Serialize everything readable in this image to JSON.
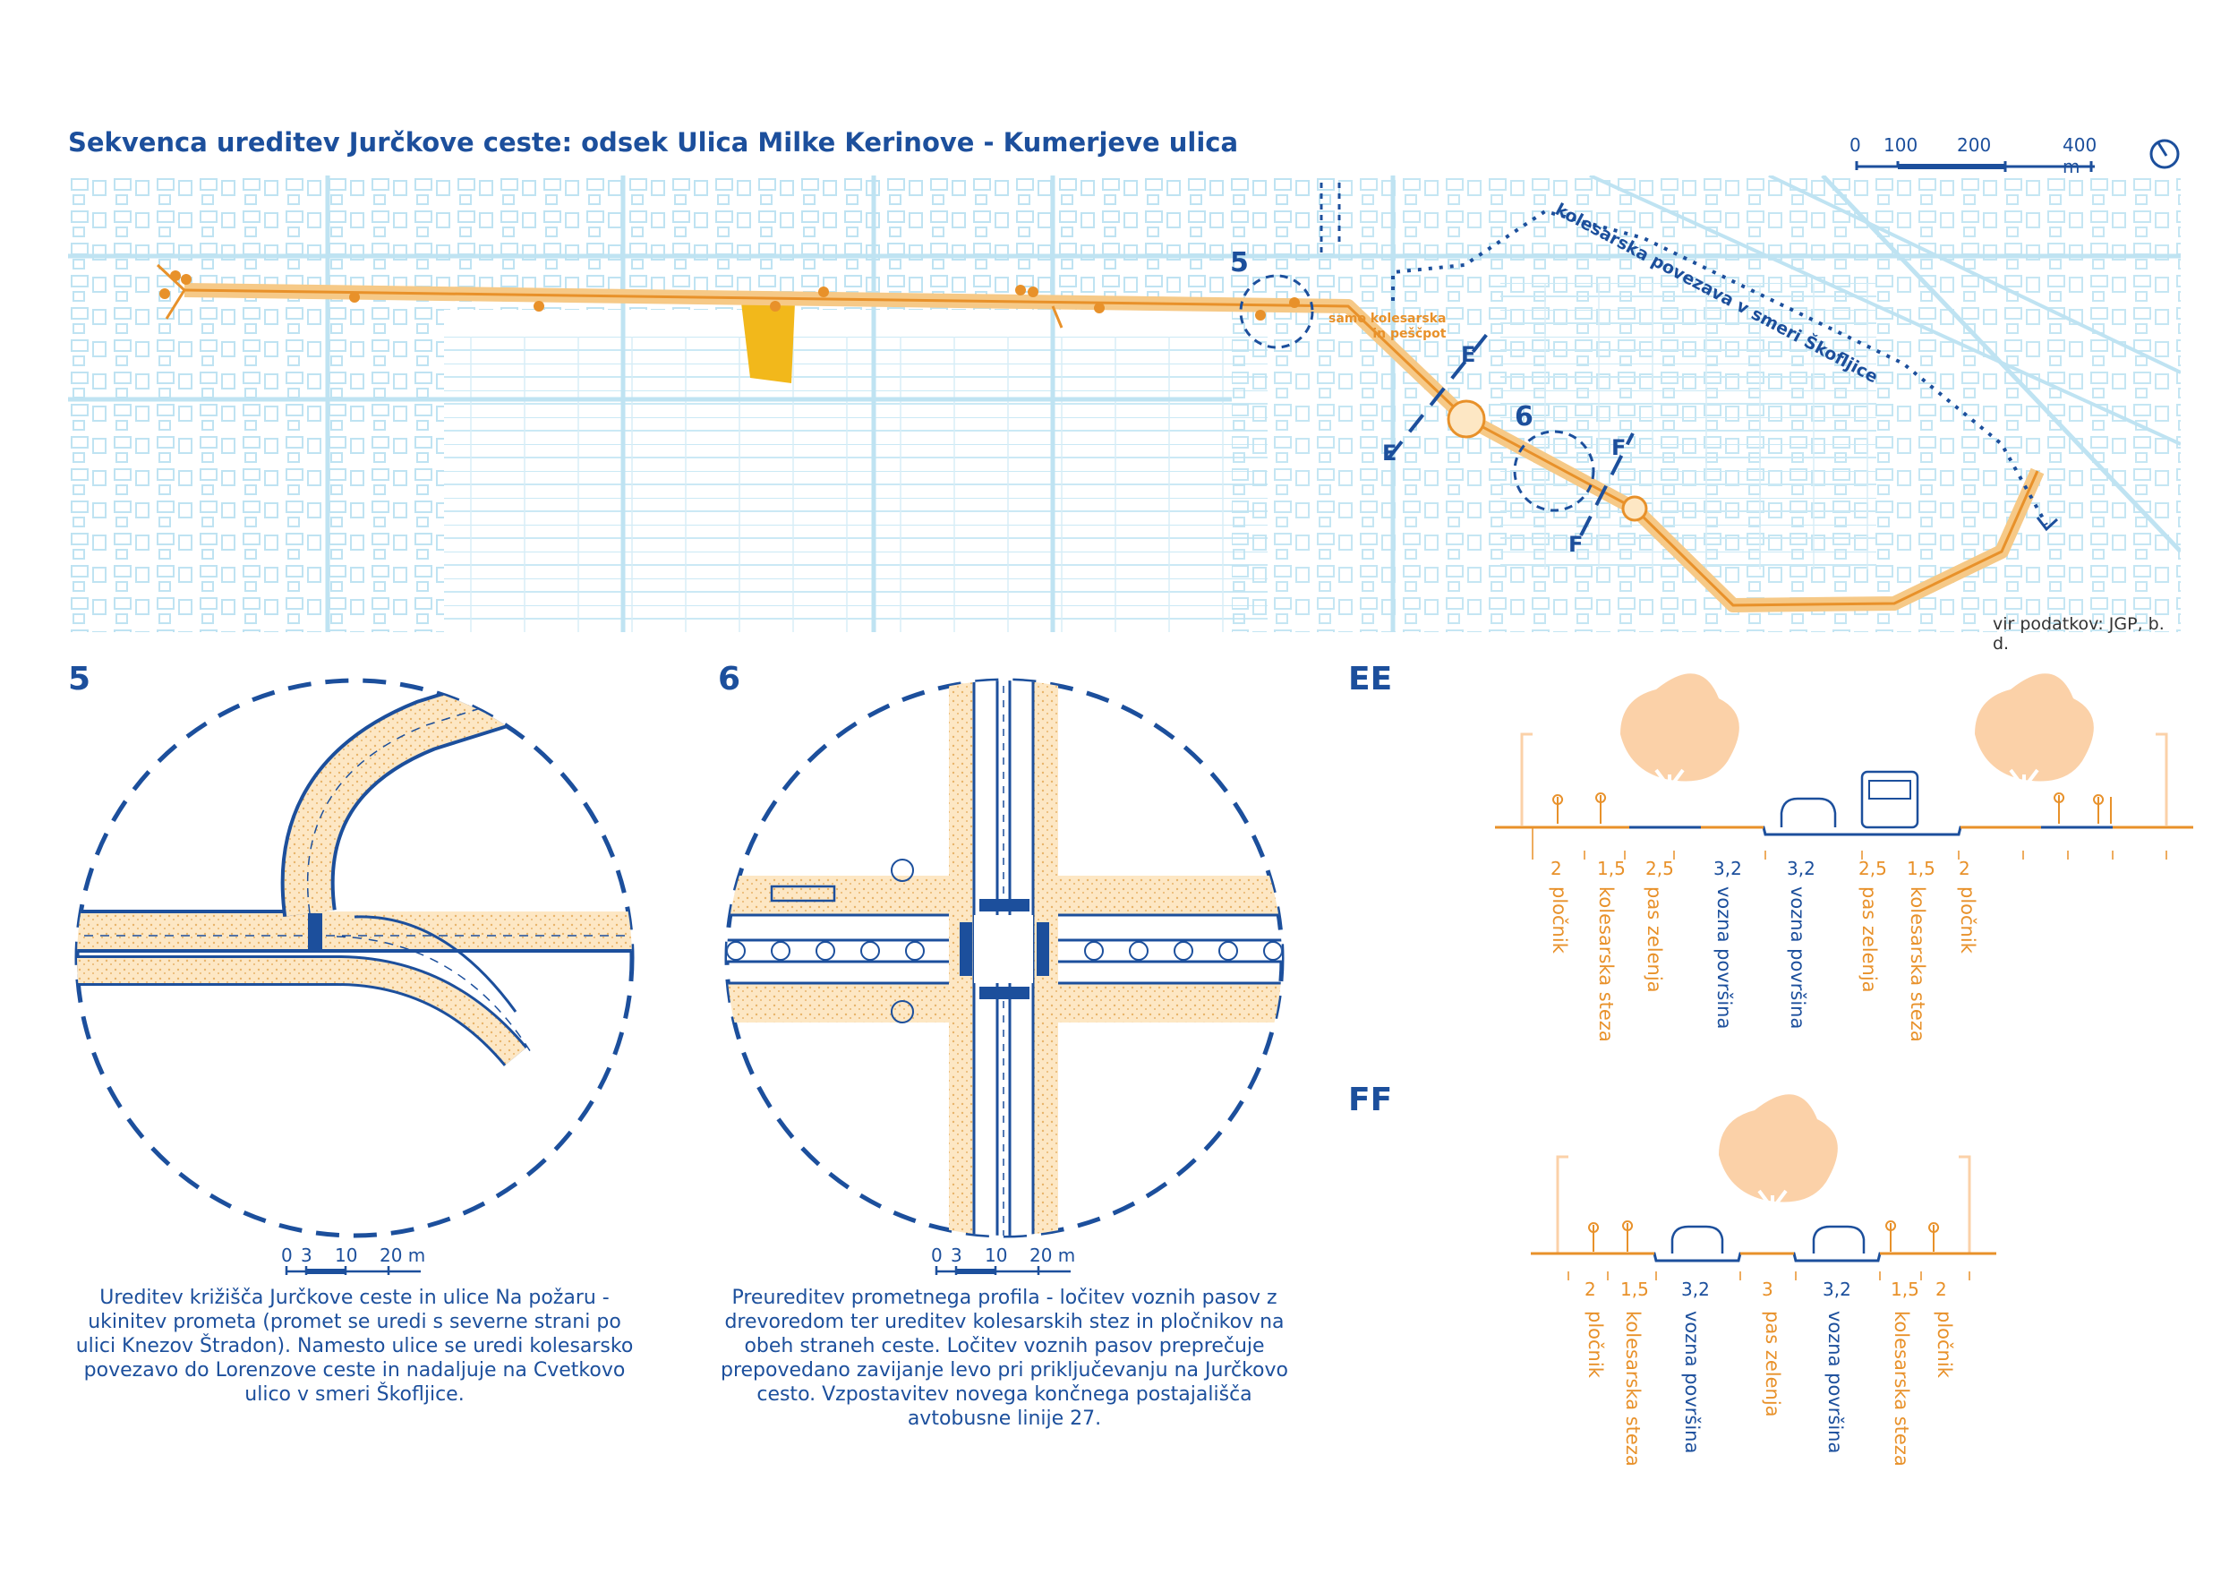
{
  "title": "Sekvenca ureditev Jurčkove ceste: odsek Ulica Milke Kerinove - Kumerjeve ulica",
  "map": {
    "scale_labels": [
      "0",
      "100",
      "200",
      "400 m"
    ],
    "north_icon": "north-arrow-icon",
    "route_label": "kolesarska povezava v smeri Škofljice",
    "note_line1": "samo kolesarska",
    "note_line2": "in peščpot",
    "markers": [
      "5",
      "6"
    ],
    "section_letters": [
      "E",
      "E",
      "F",
      "F"
    ],
    "source": "vir podatkov: JGP, b. d.",
    "colors": {
      "base": "#bfe3f2",
      "route": "#e8912a",
      "accent": "#1c4f9c",
      "highlight": "#f2b81b"
    }
  },
  "panel5": {
    "number": "5",
    "scale_labels": [
      "0",
      "3",
      "10",
      "20 m"
    ],
    "caption": "Ureditev križišča Jurčkove ceste in ulice Na požaru - ukinitev prometa (promet se uredi s severne strani po ulici Knezov Štradon). Namesto ulice se uredi kolesarsko povezavo do Lorenzove ceste in nadaljuje na Cvetkovo ulico v smeri Škofljice."
  },
  "panel6": {
    "number": "6",
    "scale_labels": [
      "0",
      "3",
      "10",
      "20 m"
    ],
    "caption": "Preureditev prometnega profila - ločitev voznih pasov z drevoredom ter ureditev kolesarskih stez in pločnikov na obeh straneh ceste. Ločitev voznih pasov preprečuje prepovedano zavijanje levo pri priključevanju na Jurčkovo cesto. Vzpostavitev novega končnega postajališča avtobusne linije 27."
  },
  "section_ee": {
    "label": "EE",
    "dims": [
      "2",
      "1,5",
      "2,5",
      "3,2",
      "3,2",
      "2,5",
      "1,5",
      "2"
    ],
    "names": [
      "pločnik",
      "kolesarska steza",
      "pas zelenja",
      "vozna površina",
      "vozna površina",
      "pas zelenja",
      "kolesarska steza",
      "pločnik"
    ]
  },
  "section_ff": {
    "label": "FF",
    "dims": [
      "2",
      "1,5",
      "3,2",
      "3",
      "3,2",
      "1,5",
      "2"
    ],
    "names": [
      "pločnik",
      "kolesarska steza",
      "vozna površina",
      "pas zelenja",
      "vozna površina",
      "kolesarska steza",
      "pločnik"
    ]
  }
}
